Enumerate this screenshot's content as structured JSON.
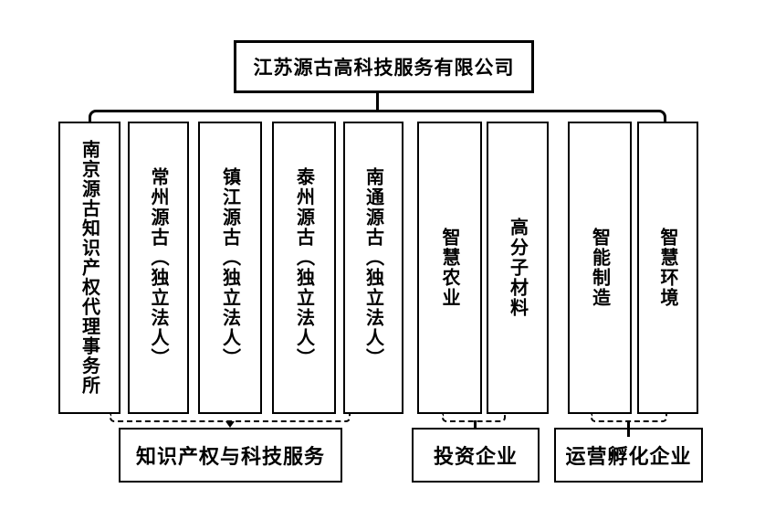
{
  "colors": {
    "ink": "#000000",
    "background": "#ffffff"
  },
  "root": {
    "label": "江苏源古高科技服务有限公司"
  },
  "branches": [
    {
      "label": "南京源古知识产权代理事务所",
      "group": "知识产权与科技服务"
    },
    {
      "label": "常州源古（独立法人）",
      "group": "知识产权与科技服务"
    },
    {
      "label": "镇江源古（独立法人）",
      "group": "知识产权与科技服务"
    },
    {
      "label": "泰州源古（独立法人）",
      "group": "知识产权与科技服务"
    },
    {
      "label": "南通源古（独立法人）",
      "group": "知识产权与科技服务"
    },
    {
      "label": "智慧农业",
      "group": "投资企业"
    },
    {
      "label": "高分子材料",
      "group": "投资企业"
    },
    {
      "label": "智能制造",
      "group": "运营孵化企业"
    },
    {
      "label": "智慧环境",
      "group": "运营孵化企业"
    }
  ],
  "groups": [
    {
      "label": "知识产权与科技服务"
    },
    {
      "label": "投资企业"
    },
    {
      "label": "运营孵化企业"
    }
  ]
}
